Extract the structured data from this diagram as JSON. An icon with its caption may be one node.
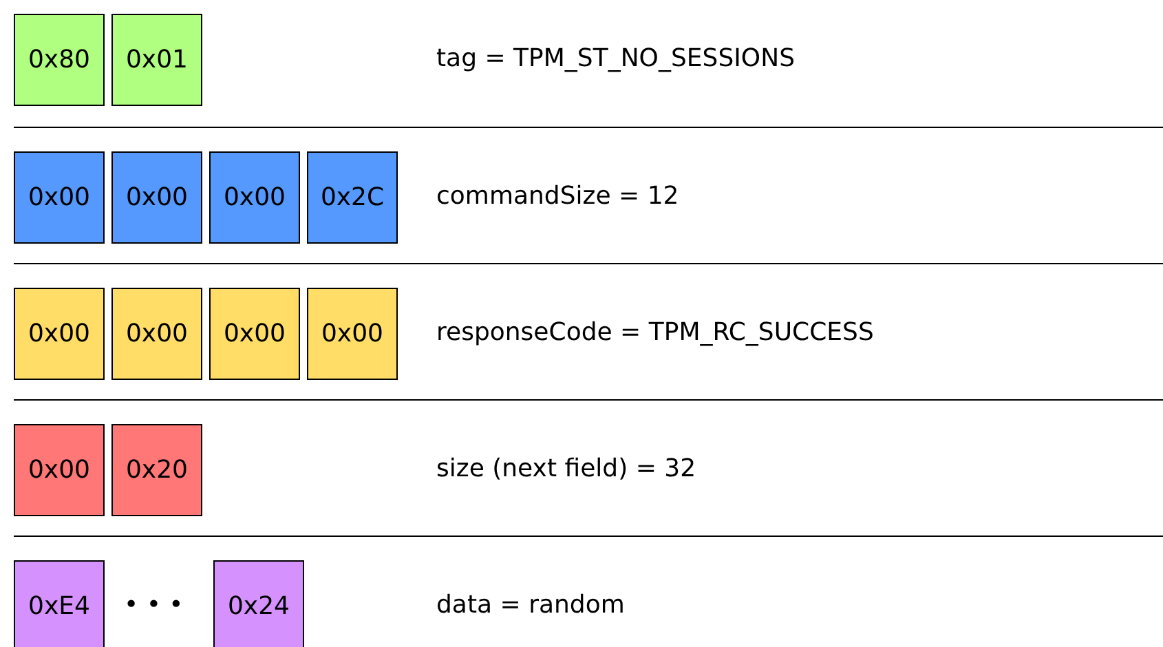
{
  "diagram": {
    "nodes": [
      {
        "text": [
          "0x80"
        ]
      },
      {
        "text": [
          "0x01"
        ]
      },
      {
        "text": [
          "0x00"
        ]
      },
      {
        "text": [
          "0x00"
        ]
      },
      {
        "text": [
          "0x00"
        ]
      },
      {
        "text": [
          "0x2C"
        ]
      },
      {
        "text": [
          "0x00"
        ]
      },
      {
        "text": [
          "0x00"
        ]
      },
      {
        "text": [
          "0x00"
        ]
      },
      {
        "text": [
          "0x00"
        ]
      },
      {
        "text": [
          "0x00"
        ]
      },
      {
        "text": [
          "0x20"
        ]
      },
      {
        "text": [
          "0xE4"
        ]
      },
      {
        "text": [
          "0x24"
        ]
      }
    ],
    "labels": [
      "tag = TPM_ST_NO_SESSIONS",
      "commandSize = 12",
      "responseCode = TPM_RC_SUCCESS",
      "size (next field) = 32",
      "• • •",
      "data = random"
    ]
  }
}
